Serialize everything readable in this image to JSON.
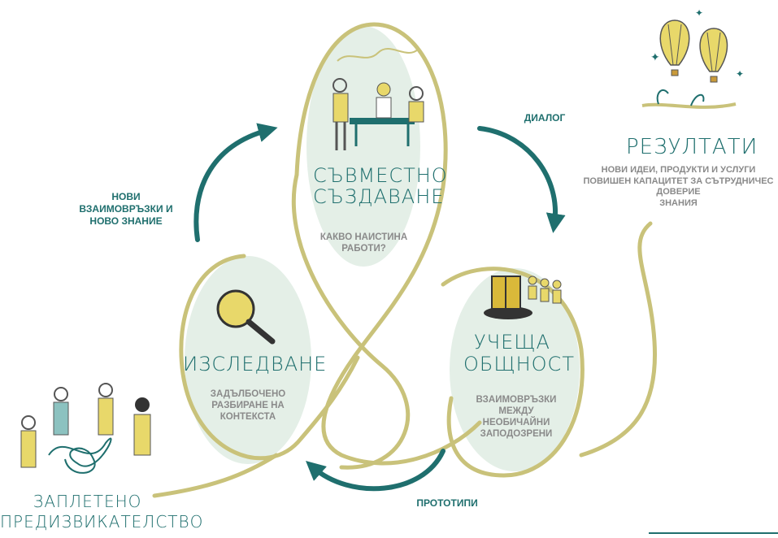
{
  "colors": {
    "teal": "#1f6f6e",
    "olive_line": "#c9c27a",
    "bubble_fill": "#e4efe7",
    "gray_text": "#8a8a8a"
  },
  "nodes": {
    "co_creation": {
      "title_line1": "СЪВМЕСТНО",
      "title_line2": "СЪЗДАВАНЕ",
      "subtitle_line1": "КАКВО НАИСТИНА",
      "subtitle_line2": "РАБОТИ?"
    },
    "learning_community": {
      "title_line1": "УЧЕЩА",
      "title_line2": "ОБЩНОСТ",
      "subtitle_line1": "ВЗАИМОВРЪЗКИ",
      "subtitle_line2": "МЕЖДУ",
      "subtitle_line3": "НЕОБИЧАЙНИ",
      "subtitle_line4": "ЗАПОДОЗРЕНИ"
    },
    "research": {
      "title": "ИЗСЛЕДВАНЕ",
      "subtitle_line1": "ЗАДЪЛБОЧЕНО",
      "subtitle_line2": "РАЗБИРАНЕ НА",
      "subtitle_line3": "КОНТЕКСТА"
    },
    "challenge": {
      "title_line1": "ЗАПЛЕТЕНО",
      "title_line2": "ПРЕДИЗВИКАТЕЛСТВО"
    },
    "results": {
      "title": "РЕЗУЛТАТИ",
      "line1": "НОВИ ИДЕИ, ПРОДУКТИ И УСЛУГИ",
      "line2": "ПОВИШЕН КАПАЦИТЕТ ЗА СЪТРУДНИЧЕС",
      "line3": "ДОВЕРИЕ",
      "line4": "ЗНАНИЯ"
    }
  },
  "arrows": {
    "dialogue": "ДИАЛОГ",
    "prototypes": "ПРОТОТИПИ",
    "new_connections_line1": "НОВИ",
    "new_connections_line2": "ВЗАИМОВРЪЗКИ И",
    "new_connections_line3": "НОВО ЗНАНИЕ"
  },
  "icons": {
    "co_creation": "people-at-table-icon",
    "learning_community": "book-and-people-icon",
    "research": "magnifying-glass-icon",
    "challenge": "tangled-people-icon",
    "results": "hot-air-balloons-icon"
  }
}
